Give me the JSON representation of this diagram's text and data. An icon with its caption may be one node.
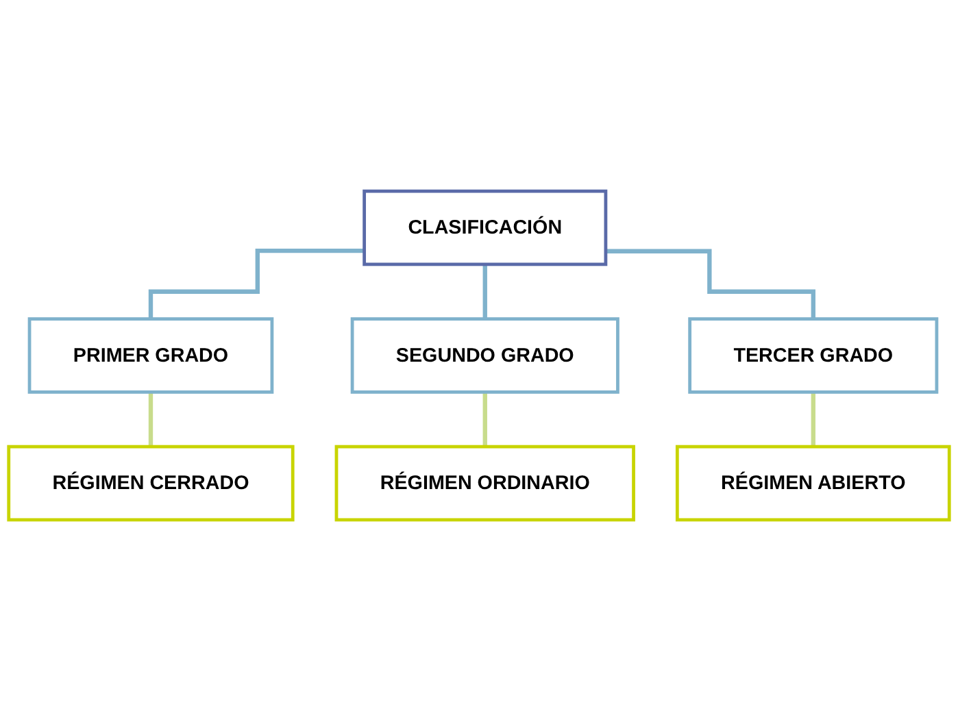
{
  "diagram": {
    "nodes": [
      {
        "text": [
          "CLASIFICACIÓN"
        ]
      },
      {
        "text": [
          "PRIMER GRADO"
        ]
      },
      {
        "text": [
          "SEGUNDO GRADO"
        ]
      },
      {
        "text": [
          "TERCER GRADO"
        ]
      },
      {
        "text": [
          "RÉGIMEN CERRADO"
        ]
      },
      {
        "text": [
          "RÉGIMEN ORDINARIO"
        ]
      },
      {
        "text": [
          "RÉGIMEN ABIERTO"
        ]
      }
    ],
    "edges": [
      {
        "from": 0,
        "to": 1,
        "arrow": "none",
        "color": "#7fb2cc"
      },
      {
        "from": 0,
        "to": 2,
        "arrow": "none",
        "color": "#7fb2cc"
      },
      {
        "from": 0,
        "to": 3,
        "arrow": "none",
        "color": "#7fb2cc"
      },
      {
        "from": 1,
        "to": 4,
        "arrow": "none",
        "color": "#c8dc8c"
      },
      {
        "from": 2,
        "to": 5,
        "arrow": "none",
        "color": "#c8dc8c"
      },
      {
        "from": 3,
        "to": 6,
        "arrow": "none",
        "color": "#c8dc8c"
      }
    ]
  }
}
